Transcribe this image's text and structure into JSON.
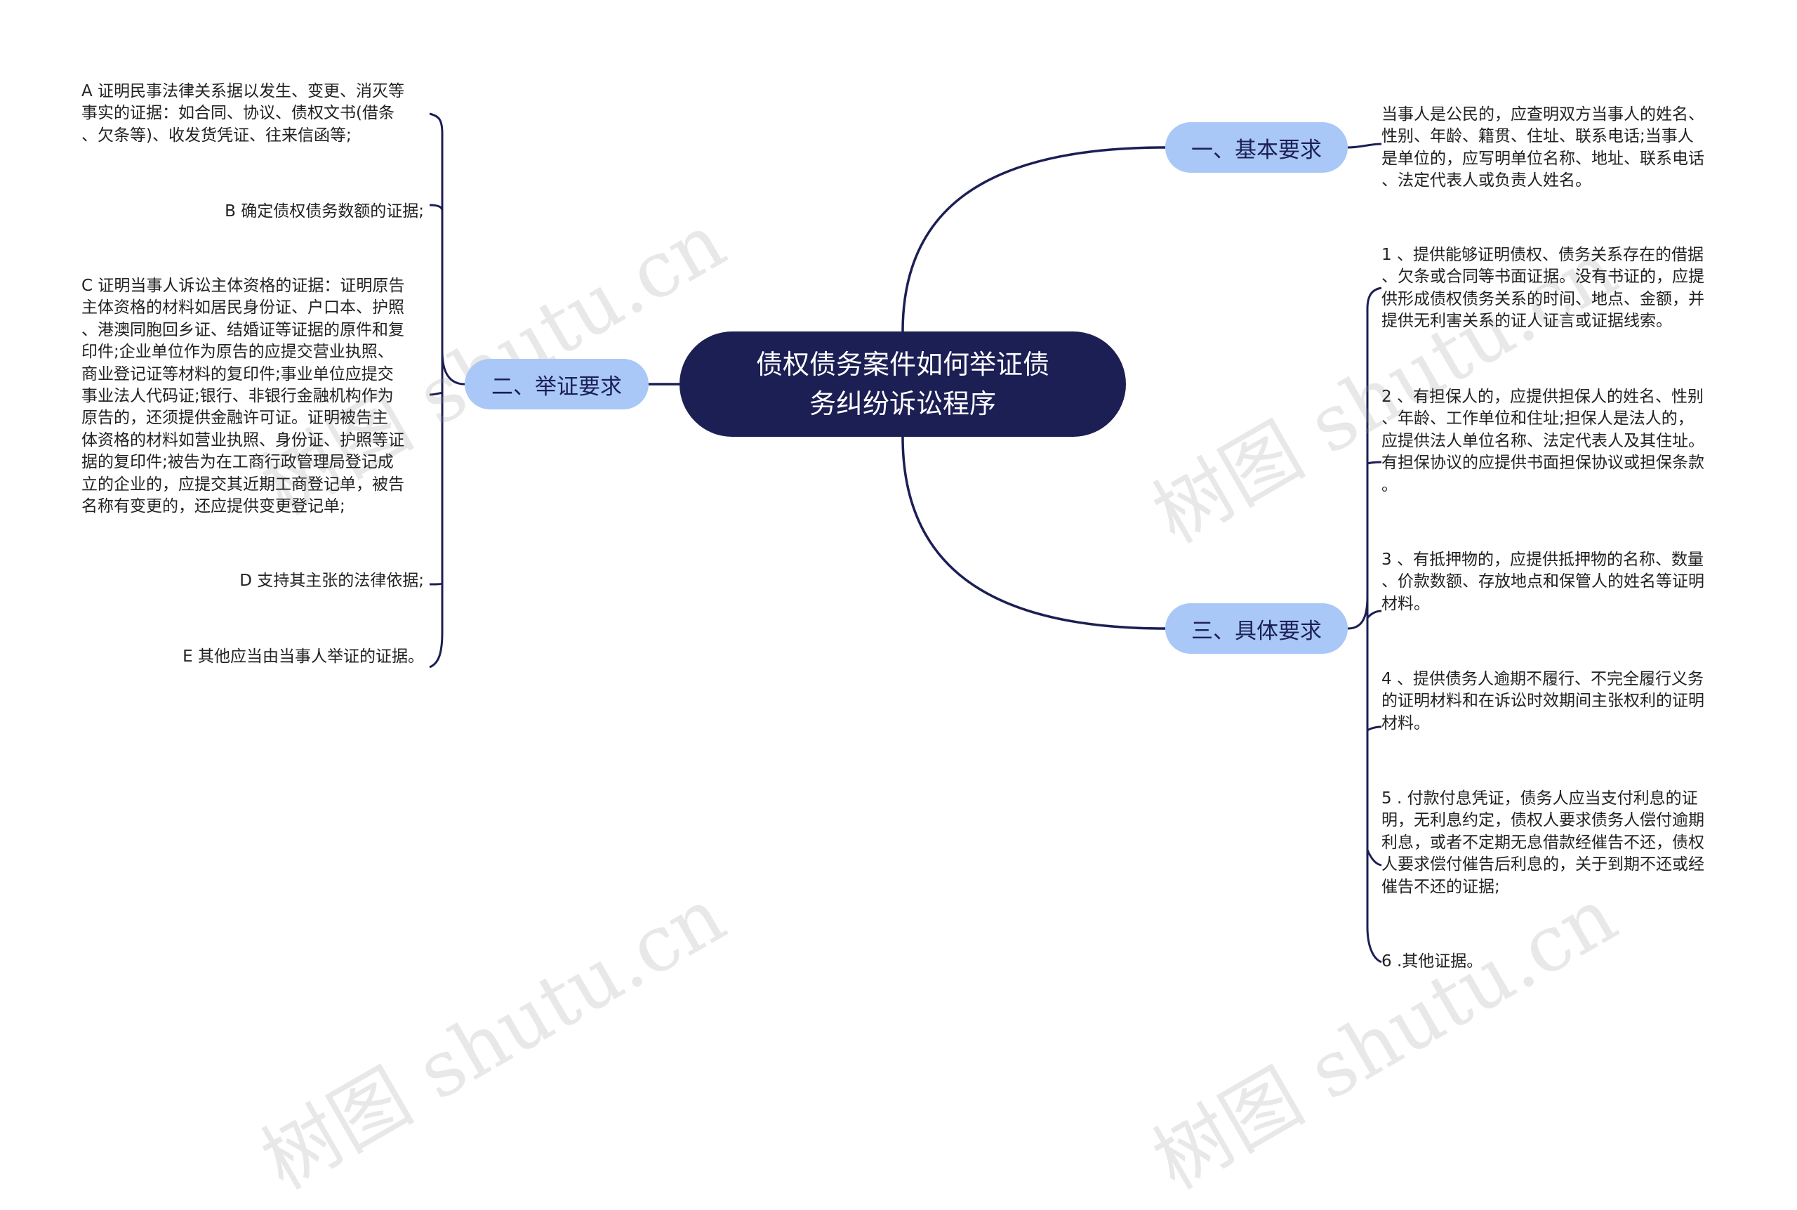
{
  "root": {
    "title": "债权债务案件如何举证债\n务纠纷诉讼程序"
  },
  "branches": {
    "basic": {
      "label": "一、基本要求"
    },
    "evidence": {
      "label": "二、举证要求"
    },
    "specific": {
      "label": "三、具体要求"
    }
  },
  "basic_items": [
    "当事人是公民的，应查明双方当事人的姓名、\n性别、年龄、籍贯、住址、联系电话;当事人\n是单位的，应写明单位名称、地址、联系电话\n、法定代表人或负责人姓名。"
  ],
  "evidence_items": [
    "A 证明民事法律关系据以发生、变更、消灭等\n事实的证据：如合同、协议、债权文书(借条\n、欠条等)、收发货凭证、往来信函等;",
    "B 确定债权债务数额的证据;",
    "C 证明当事人诉讼主体资格的证据：证明原告\n主体资格的材料如居民身份证、户口本、护照\n、港澳同胞回乡证、结婚证等证据的原件和复\n印件;企业单位作为原告的应提交营业执照、\n商业登记证等材料的复印件;事业单位应提交\n事业法人代码证;银行、非银行金融机构作为\n原告的，还须提供金融许可证。证明被告主\n体资格的材料如营业执照、身份证、护照等证\n据的复印件;被告为在工商行政管理局登记成\n立的企业的，应提交其近期工商登记单，被告\n名称有变更的，还应提供变更登记单;",
    "D 支持其主张的法律依据;",
    "E 其他应当由当事人举证的证据。"
  ],
  "specific_items": [
    "1 、提供能够证明债权、债务关系存在的借据\n、欠条或合同等书面证据。没有书证的，应提\n供形成债权债务关系的时间、地点、金额，并\n提供无利害关系的证人证言或证据线索。",
    "2 、有担保人的，应提供担保人的姓名、性别\n、年龄、工作单位和住址;担保人是法人的，\n应提供法人单位名称、法定代表人及其住址。\n有担保协议的应提供书面担保协议或担保条款\n。",
    "3 、有抵押物的，应提供抵押物的名称、数量\n、价款数额、存放地点和保管人的姓名等证明\n材料。",
    "4 、提供债务人逾期不履行、不完全履行义务\n的证明材料和在诉讼时效期间主张权利的证明\n材料。",
    "5 . 付款付息凭证，债务人应当支付利息的证\n明，无利息约定，债权人要求债务人偿付逾期\n利息，或者不定期无息借款经催告不还，债权\n人要求偿付催告后利息的，关于到期不还或经\n催告不还的证据;",
    "6 .其他证据。"
  ],
  "watermarks": [
    "树图 shutu.cn",
    "树图 shutu.cn",
    "树图 shutu.cn",
    "树图 shutu.cn"
  ],
  "colors": {
    "root_bg": "#1c1f54",
    "branch_bg": "#a9c8f7",
    "line": "#1c1f54"
  }
}
